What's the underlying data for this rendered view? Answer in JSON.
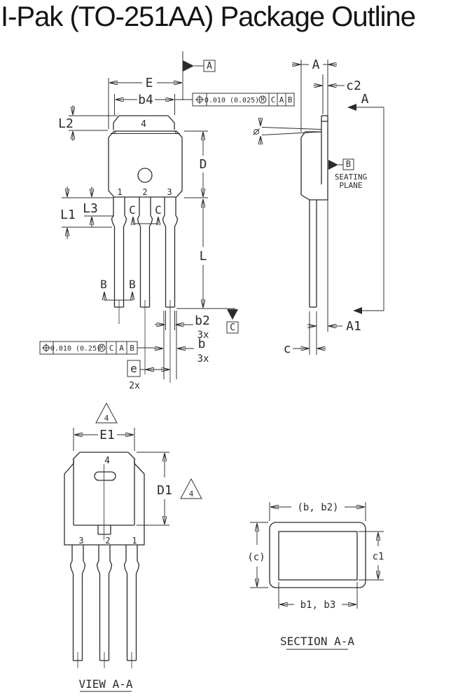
{
  "title": "I-Pak (TO-251AA) Package Outline",
  "front_view": {
    "datum_a": "A",
    "datum_c": "C",
    "tab_label": "4",
    "pin_labels": [
      "1",
      "2",
      "3"
    ],
    "dim_E": "E",
    "dim_b4": "b4",
    "dim_L2": "L2",
    "dim_L1": "L1",
    "dim_L3": "L3",
    "dim_D": "D",
    "dim_L": "L",
    "dim_b2": "b2",
    "dim_b2_qty": "3x",
    "dim_b": "b",
    "dim_b_qty": "3x",
    "dim_e": "e",
    "dim_e_qty": "2x",
    "section_b": "B",
    "section_c": "C",
    "fcf_top": {
      "symbol": "position",
      "tolerance": "0.010 (0.025)",
      "modifier": "M",
      "datum_1": "C",
      "datum_2": "A",
      "datum_3": "B"
    },
    "fcf_bottom": {
      "symbol": "position",
      "tolerance": "0.010 (0.25)",
      "modifier": "M",
      "datum_1": "C",
      "datum_2": "A",
      "datum_3": "B"
    }
  },
  "side_view": {
    "dim_A": "A",
    "dim_c2": "c2",
    "dim_A1": "A1",
    "dim_c": "c",
    "datum_b": "B",
    "seating_line1": "SEATING",
    "seating_line2": "PLANE",
    "section_label": "A",
    "hole_symbol": "diameter"
  },
  "back_view": {
    "view_label": "VIEW A-A",
    "flag_1": "4",
    "flag_2": "4",
    "tab_label": "4",
    "pin_labels": [
      "3",
      "2",
      "1"
    ],
    "dim_E1": "E1",
    "dim_D1": "D1"
  },
  "section_view": {
    "label": "SECTION A-A",
    "dim_width": "(b, b2)",
    "dim_height": "(c)",
    "dim_inner_height": "c1",
    "dim_inner_width": "b1, b3"
  }
}
